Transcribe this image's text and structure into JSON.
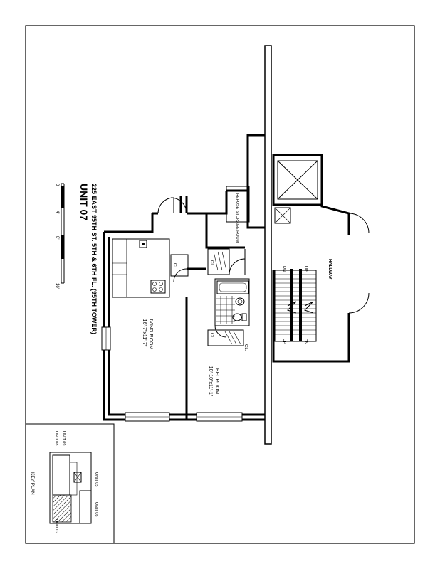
{
  "title_block": {
    "unit": "UNIT 07",
    "address": "225 EAST 95TH ST. 5TH & 6TH FL. (95TH TOWER)",
    "scale_ticks": [
      "0",
      "4'",
      "8'",
      "16'"
    ]
  },
  "rooms": {
    "living_room": {
      "name": "LIVING ROOM",
      "size": "16'-7\"x11'-7\""
    },
    "bedroom": {
      "name": "BEDROOM",
      "size": "10'-10\"x11'-1\""
    },
    "hallway": "HALLWAY",
    "refuse_room": "REFUSE STORAGE ROOM",
    "closet_label": "CL."
  },
  "stair_labels": {
    "up": "UP",
    "dn": "DN"
  },
  "key_plan": {
    "title": "KEY PLAN",
    "units": [
      "UNIT 08",
      "UNIT 09",
      "UNIT 05",
      "UNIT 06",
      "UNIT 07"
    ]
  }
}
